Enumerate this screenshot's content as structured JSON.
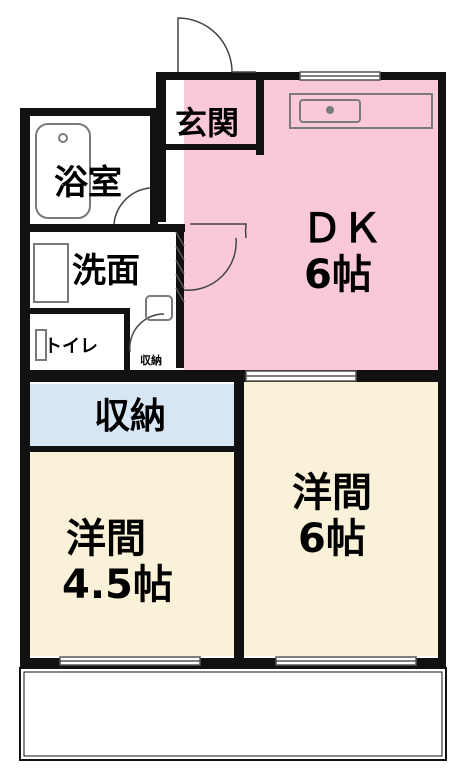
{
  "rooms": {
    "dk": {
      "name": "ＤＫ",
      "size": "6帖",
      "fill": "#f9c9da"
    },
    "western_large": {
      "name": "洋間",
      "size": "6帖",
      "fill": "#f9f2d9"
    },
    "western_small": {
      "name": "洋間",
      "size": "4.5帖",
      "fill": "#f9f2d9"
    },
    "storage_main": {
      "name": "収納",
      "fill": "#d6e6f5"
    },
    "storage_small": {
      "name": "収納"
    },
    "entrance": {
      "name": "玄関"
    },
    "bath": {
      "name": "浴室"
    },
    "washroom": {
      "name": "洗面"
    },
    "toilet": {
      "name": "トイレ"
    }
  },
  "colors": {
    "wall": "#111111",
    "fixture": "#7a7a7a",
    "background": "#ffffff"
  }
}
